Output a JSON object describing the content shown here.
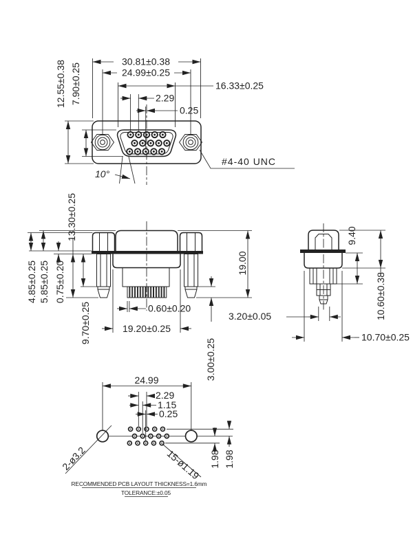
{
  "drawing": {
    "background": "#ffffff",
    "line_color": "#222222",
    "views": {
      "top_view": {
        "dims": {
          "width_overall": "30.81±0.38",
          "width_between_screws": "24.99±0.25",
          "shell_width": "16.33±0.25",
          "pin_pitch": "2.29",
          "center_offset": "0.25",
          "flange_height": "12.55±0.38",
          "shell_height": "7.90±0.25",
          "draft_angle": "10°",
          "thread_note": "#4-40 UNC"
        }
      },
      "front_view": {
        "dims": {
          "standoff_height": "4.85±0.25",
          "body_height": "5.85±0.25",
          "flange_thickness": "0.75±0.20",
          "jackscrew_depth": "13.30±0.25",
          "insulator_depth": "9.70±0.25",
          "pin_width": "0.60±0.20",
          "body_width": "19.20±0.25",
          "tip_length": "3.00±0.25",
          "overall_height": "19.00"
        }
      },
      "side_view": {
        "dims": {
          "depth_below_flange": "9.40",
          "overall_depth": "10.60±0.38",
          "bracket_width": "3.20±0.05",
          "body_width": "10.70±0.25"
        }
      },
      "pcb_view": {
        "dims": {
          "mount_hole_span": "24.99",
          "pin_pitch": "2.29",
          "row_stagger": "1.15",
          "row_offset": "0.25",
          "row_spacing_a": "1.98",
          "row_spacing_b": "1.98"
        },
        "callouts": {
          "mount_holes": "2-ø3.2",
          "pin_holes": "15-ø1.19"
        },
        "notes": {
          "line1": "RECOMMENDED PCB LAYOUT THICKNESS=1.6mm",
          "line2": "TOLERANCE:±0.05"
        }
      }
    }
  }
}
